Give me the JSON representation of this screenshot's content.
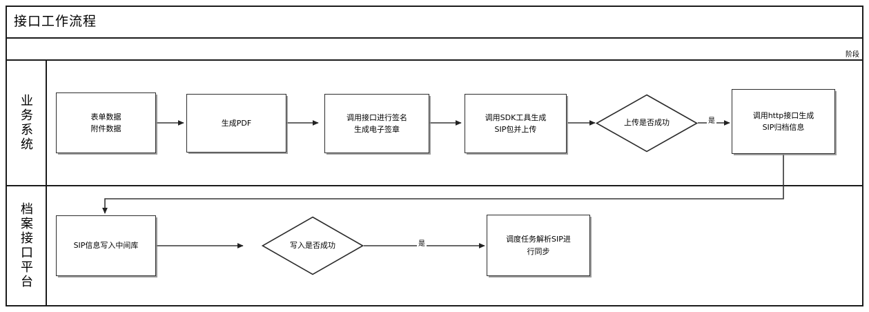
{
  "diagram": {
    "title": "接口工作流程",
    "phase_label": "阶段",
    "lanes": [
      {
        "id": "business-system",
        "label": "业务系统"
      },
      {
        "id": "archive-interface-platform",
        "label": "档案接口平台"
      }
    ],
    "nodes": [
      {
        "id": "form-attachment-data",
        "type": "process",
        "lane": 0,
        "line1": "表单数据",
        "line2": "附件数据"
      },
      {
        "id": "generate-pdf",
        "type": "process",
        "lane": 0,
        "line1": "生成PDF",
        "line2": ""
      },
      {
        "id": "call-signature-interface",
        "type": "process",
        "lane": 0,
        "line1": "调用接口进行签名",
        "line2": "生成电子签章"
      },
      {
        "id": "sdk-generate-sip-upload",
        "type": "process",
        "lane": 0,
        "line1": "调用SDK工具生成",
        "line2": "SIP包并上传"
      },
      {
        "id": "upload-success-decision",
        "type": "decision",
        "lane": 0,
        "line1": "上传是否成功",
        "line2": ""
      },
      {
        "id": "http-generate-sip-archive",
        "type": "process",
        "lane": 0,
        "line1": "调用http接口生成",
        "line2": "SIP归档信息"
      },
      {
        "id": "write-sip-to-middle-db",
        "type": "process",
        "lane": 1,
        "line1": "SIP信息写入中间库",
        "line2": ""
      },
      {
        "id": "write-success-decision",
        "type": "decision",
        "lane": 1,
        "line1": "写入是否成功",
        "line2": ""
      },
      {
        "id": "schedule-parse-sip-sync",
        "type": "process",
        "lane": 1,
        "line1": "调度任务解析SIP进",
        "line2": "行同步"
      }
    ],
    "edge_labels": [
      {
        "id": "upload-success-yes",
        "text": "是"
      },
      {
        "id": "write-success-yes",
        "text": "是"
      }
    ],
    "colors": {
      "border": "#1a1a1a",
      "node_border": "#2b2b2b",
      "connector": "#333333",
      "shadow": "#8c8c8c",
      "background": "#ffffff"
    }
  }
}
